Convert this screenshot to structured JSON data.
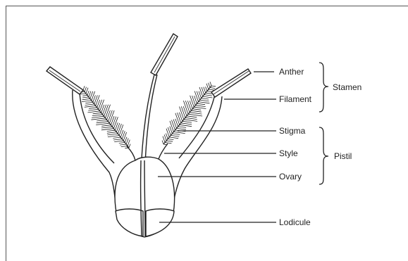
{
  "labels": {
    "anther": "Anther",
    "filament": "Filament",
    "stamen": "Stamen",
    "stigma": "Stigma",
    "style": "Style",
    "ovary": "Ovary",
    "pistil": "Pistil",
    "lodicule": "Lodicule"
  },
  "colors": {
    "stroke": "#222222",
    "frame": "#555555",
    "background": "#ffffff"
  }
}
